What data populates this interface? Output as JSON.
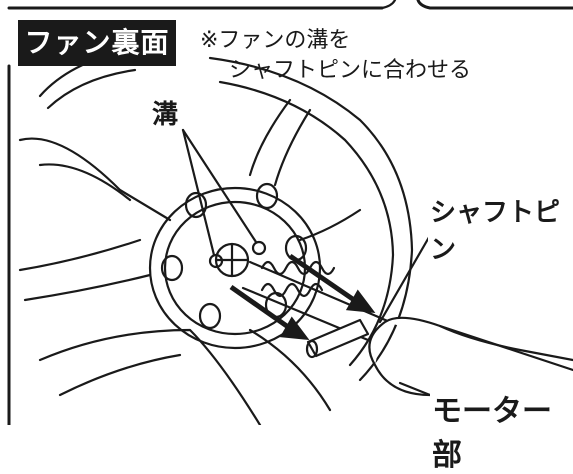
{
  "title": "ファン裏面",
  "note_line1": "※ファンの溝を",
  "note_line2": "シャフトピンに合わせる",
  "labels": {
    "groove": "溝",
    "shaft_pin": "シャフトピン",
    "motor": "モーター部"
  },
  "colors": {
    "ink": "#1a1a1a",
    "background": "#ffffff"
  }
}
